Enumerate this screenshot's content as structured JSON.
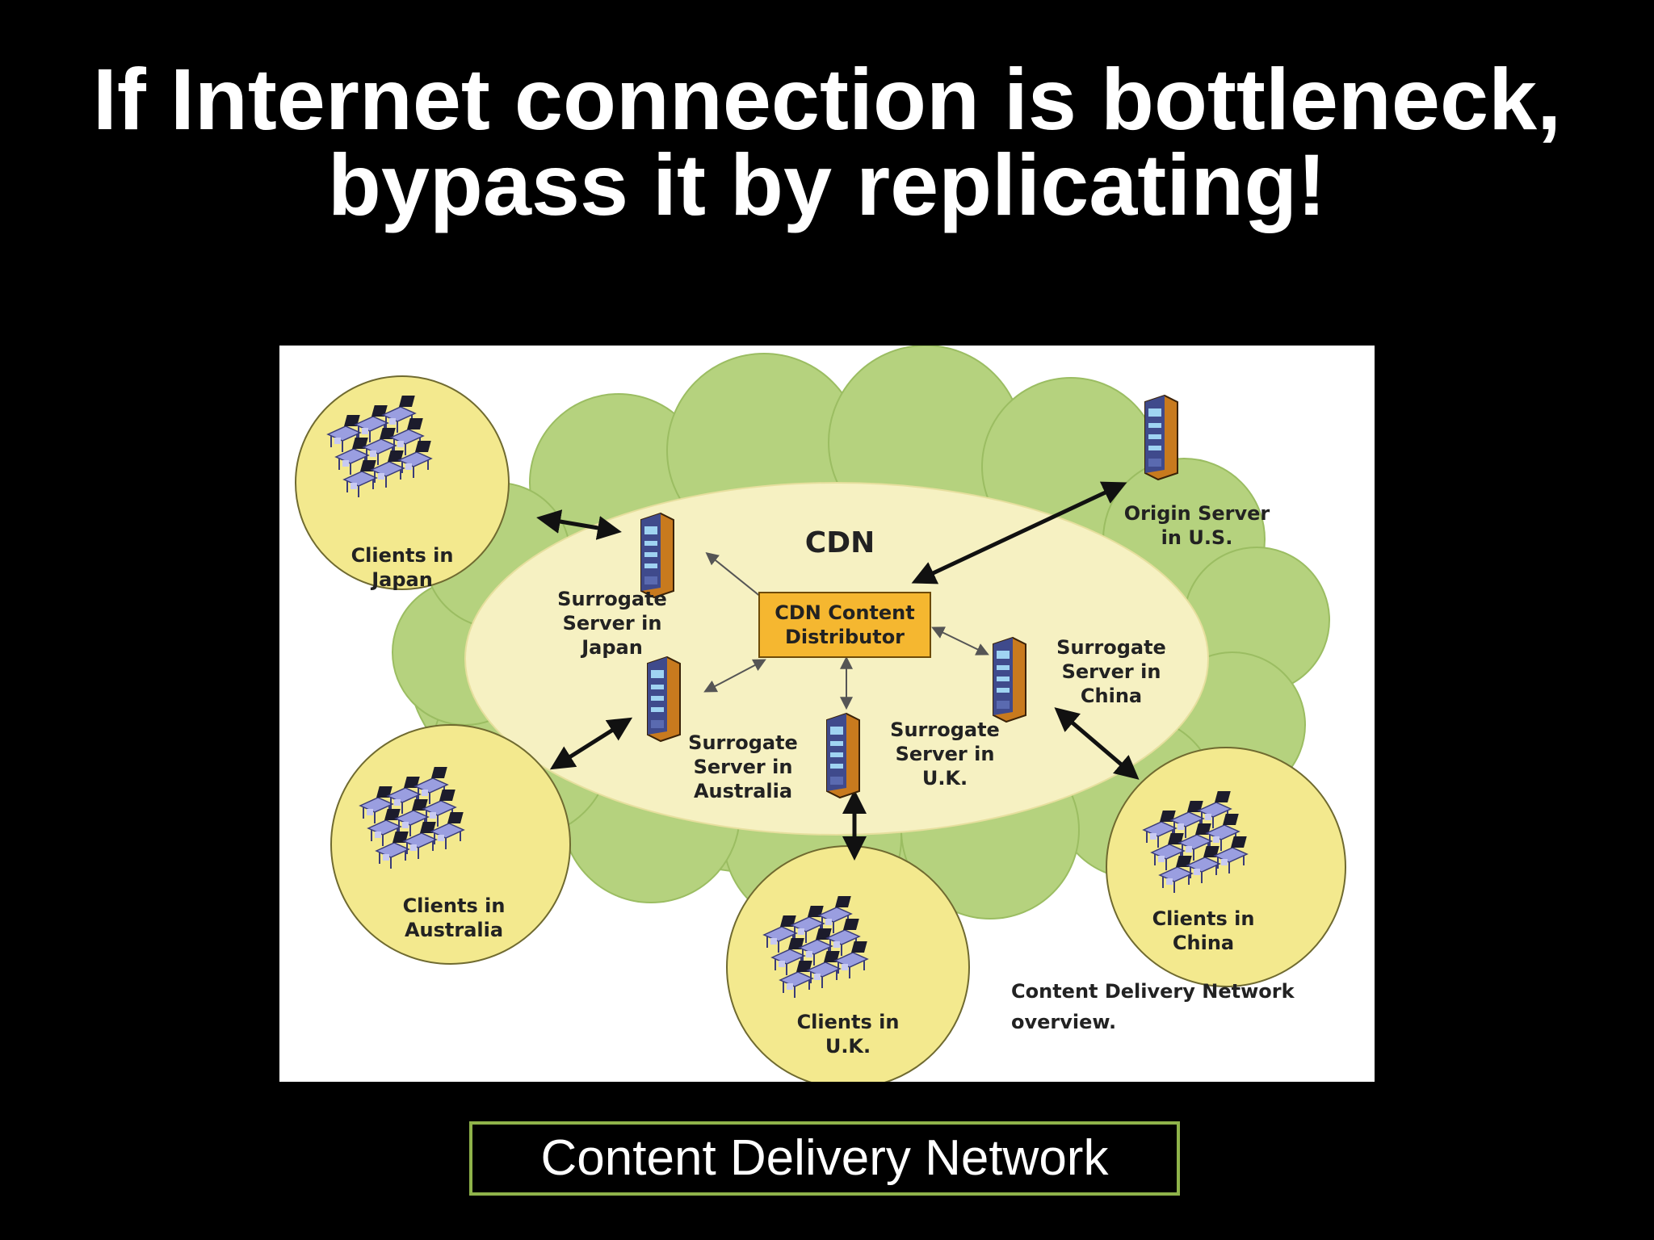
{
  "slide": {
    "title_line1": "If Internet connection is bottleneck,",
    "title_line2": "bypass it by replicating!",
    "caption": "Content Delivery Network"
  },
  "diagram": {
    "cdn_label": "CDN",
    "distributor": {
      "line1": "CDN Content",
      "line2": "Distributor"
    },
    "origin_server": {
      "line1": "Origin Server",
      "line2": "in U.S."
    },
    "surrogate_japan": {
      "line1": "Surrogate",
      "line2": "Server in",
      "line3": "Japan"
    },
    "surrogate_australia": {
      "line1": "Surrogate",
      "line2": "Server in",
      "line3": "Australia"
    },
    "surrogate_uk": {
      "line1": "Surrogate",
      "line2": "Server in",
      "line3": "U.K."
    },
    "surrogate_china": {
      "line1": "Surrogate",
      "line2": "Server in",
      "line3": "China"
    },
    "clients_japan": {
      "line1": "Clients in",
      "line2": "Japan"
    },
    "clients_australia": {
      "line1": "Clients in",
      "line2": "Australia"
    },
    "clients_uk": {
      "line1": "Clients in",
      "line2": "U.K."
    },
    "clients_china": {
      "line1": "Clients in",
      "line2": "China"
    },
    "figure_caption": {
      "line1": "Content Delivery Network",
      "line2": "overview."
    }
  },
  "colors": {
    "background": "#000000",
    "cloud_green": "#b5d27e",
    "inner_ellipse": "#f6f1c2",
    "client_circle": "#f3e98e",
    "distributor_box": "#f5b730",
    "server_body": "#c87a1e",
    "computer_blue": "#8c8fd8",
    "caption_border": "#8fb34a"
  },
  "icons": [
    "server-icon",
    "client-computers-icon",
    "double-arrow-icon"
  ]
}
